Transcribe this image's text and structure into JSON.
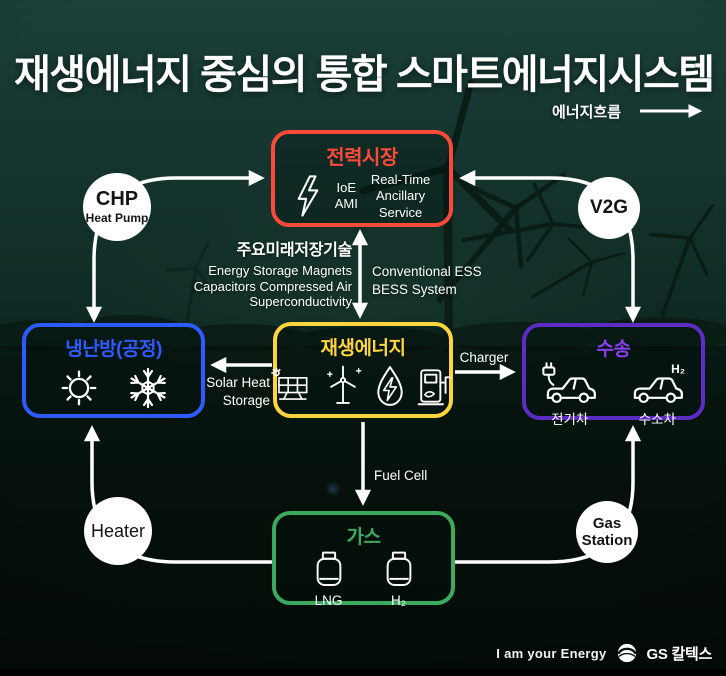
{
  "title": "재생에너지 중심의 통합 스마트에너지시스템",
  "legend": {
    "label": "에너지흐름"
  },
  "power_market": {
    "title": "전력시장",
    "ioe": "IoE\nAMI",
    "realtime": "Real-Time\nAncillary\nService"
  },
  "storage_tech": {
    "title": "주요미래저장기술",
    "future_list": "Energy Storage Magnets\nCapacitors Compressed Air\nSuperconductivity",
    "conventional": "Conventional ESS\nBESS System"
  },
  "cooling": {
    "title": "냉난방(공정)"
  },
  "renewable": {
    "title": "재생에너지"
  },
  "transport": {
    "title": "수송",
    "ev_label": "전기차",
    "h2_label": "수소차",
    "h2_badge": "H₂"
  },
  "gas": {
    "title": "가스",
    "lng_label": "LNG",
    "h2_label": "H₂"
  },
  "connectors": {
    "chp": "CHP",
    "chp_sub": "Heat Pump",
    "v2g": "V2G",
    "heater": "Heater",
    "gas_station": "Gas\nStation",
    "charger": "Charger",
    "solar_heat": "Solar Heat\nStorage",
    "fuel_cell": "Fuel Cell"
  },
  "footer": {
    "slogan": "I am your Energy",
    "brand": "GS 칼텍스"
  },
  "icons": {
    "power_market": "lightning-icon",
    "cooling": [
      "sun-icon",
      "snowflake-icon"
    ],
    "renewable": [
      "solar-panel-icon",
      "wind-turbine-icon",
      "hydro-energy-icon",
      "biofuel-pump-icon"
    ],
    "transport": [
      "electric-car-icon",
      "hydrogen-car-icon"
    ],
    "gas": [
      "lng-tank-icon",
      "h2-tank-icon"
    ],
    "legend": "arrow-right-icon",
    "footer": "gs-caltex-logo"
  },
  "colors": {
    "power_market": "#fb4b38",
    "cooling": "#2e5bff",
    "renewable": "#ffd53e",
    "transport": "#5c2cc4",
    "transport_title": "#8a3ff2",
    "gas": "#3cab60",
    "line": "#ffffff"
  }
}
